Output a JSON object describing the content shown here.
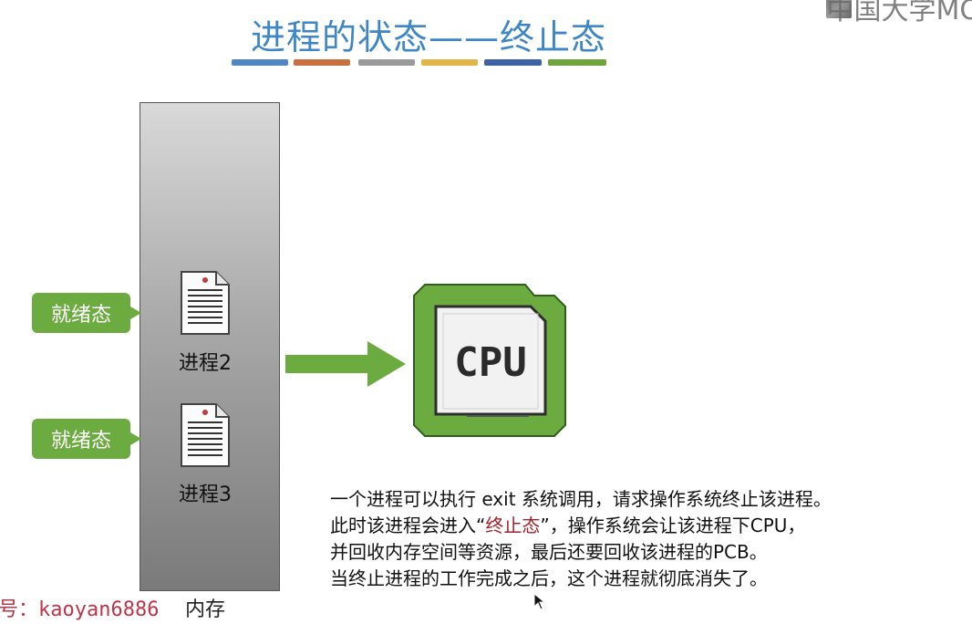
{
  "title": "进程的状态——终止态",
  "title_bar_colors": [
    "#4f87c3",
    "#c87040",
    "#9a9a9a",
    "#e2b54b",
    "#3d63a5",
    "#6ea43b"
  ],
  "watermark": "中国大学MO",
  "memory_label": "内存",
  "footer_account": "号：kaoyan6886",
  "processes": [
    {
      "label": "进程2",
      "state": "就绪态"
    },
    {
      "label": "进程3",
      "state": "就绪态"
    }
  ],
  "cpu_label": "CPU",
  "description": {
    "line1": "一个进程可以执行 exit 系统调用，请求操作系统终止该进程。",
    "line2_pre": "此时该进程会进入“",
    "line2_highlight": "终止态",
    "line2_post": "”，操作系统会让该进程下CPU，",
    "line3": "并回收内存空间等资源，最后还要回收该进程的PCB。",
    "line4": "当终止进程的工作完成之后，这个进程就彻底消失了。"
  },
  "colors": {
    "title": "#3f86c4",
    "badge": "#6cab3f",
    "arrow": "#6cab3f",
    "cpu_green": "#6cab3f",
    "highlight": "#a3222c"
  },
  "icons": [
    "document-icon",
    "arrow-right-icon",
    "cpu-icon",
    "cursor-icon"
  ]
}
